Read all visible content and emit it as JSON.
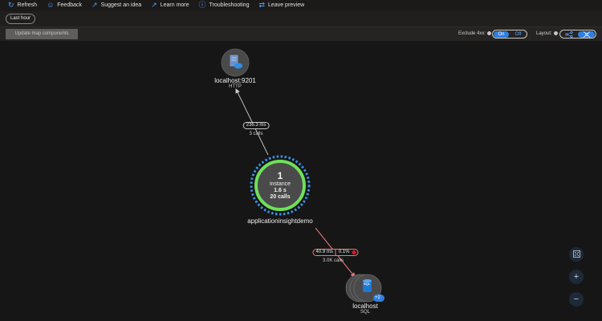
{
  "command_bar": {
    "items": [
      {
        "label": "Refresh",
        "icon": "refresh-icon"
      },
      {
        "label": "Feedback",
        "icon": "feedback-icon"
      },
      {
        "label": "Suggest an idea",
        "icon": "external-link-icon"
      },
      {
        "label": "Learn more",
        "icon": "external-link-icon"
      },
      {
        "label": "Troubleshooting",
        "icon": "help-icon"
      },
      {
        "label": "Leave preview",
        "icon": "swap-icon"
      }
    ]
  },
  "filter": {
    "time_range": "Last hour"
  },
  "toolbar": {
    "update_label": "Update map components",
    "exclude_4xx": {
      "label": "Exclude 4xx:",
      "on": "On",
      "off": "Off",
      "selected": "On"
    },
    "layout": {
      "label": "Layout:",
      "options": [
        "hierarchical-icon",
        "force-icon"
      ],
      "selected": "force-icon"
    }
  },
  "map": {
    "nodes": {
      "http": {
        "name": "localhost:9201",
        "type": "HTTP"
      },
      "app": {
        "count": "1",
        "instance_label": "instance",
        "duration": "1.6 s",
        "calls": "20 calls",
        "name": "applicationinsightdemo"
      },
      "sql": {
        "name": "localhost",
        "type": "SQL",
        "badge": "+2",
        "icon_text": "SQL"
      }
    },
    "edges": {
      "app_to_http": {
        "duration": "236.3 ms",
        "calls": "3 calls"
      },
      "app_to_sql": {
        "duration": "40.9 ms",
        "failure": "0.1%",
        "calls": "3.0K calls"
      }
    }
  },
  "colors": {
    "accent": "#2f7fe0",
    "healthy_ring": "#6ee05a",
    "dotted_ring": "#3c8fe8",
    "error_edge": "#e87a7a",
    "node_fill": "#4a4a4a"
  },
  "zoom_controls": {
    "fit": "fit-icon",
    "in": "+",
    "out": "−"
  }
}
